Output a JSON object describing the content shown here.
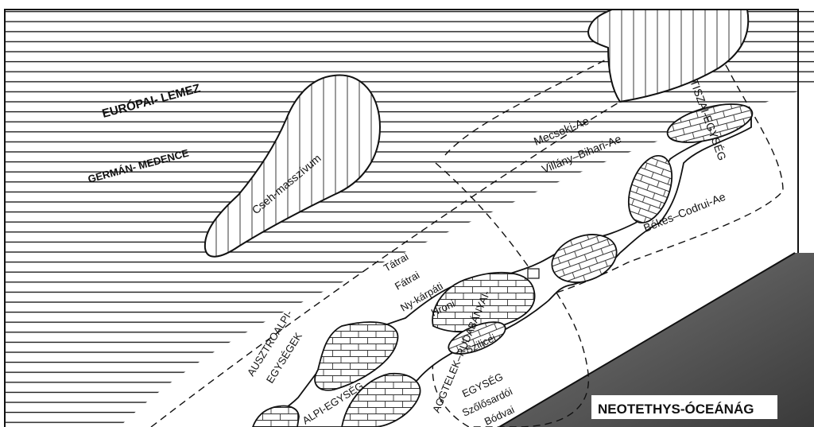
{
  "labels": {
    "europai_lemez": "EURÓPAI- LEMEZ",
    "german_medence": "GERMÁN- MEDENCE",
    "cseh_masszivum": "Cseh-masszívum",
    "mecseki": "Mecseki-Ae",
    "villany_bihari": "Villány–Bihari-Ae",
    "tiszai_egyseg": "TISZAI-EGYSÉG",
    "bekes_codrui": "Békés–Codrui-Ae",
    "tatrai": "Tátrai",
    "fatrai": "Fátrai",
    "ny_karpati": "Ny-kárpáti",
    "hroni": "Hroni",
    "szilicei": "Szilicei",
    "ausztroalpi_1": "AUSZTROALPI-",
    "ausztroalpi_2": "EGYSÉGEK",
    "aggtelek_1": "AGGTELEK–RUDABÁNYAI-",
    "aggtelek_2": "EGYSÉG",
    "szolosardoi": "Szőlősardói",
    "bodvai": "Bódvai",
    "alpi_egyseg": "ALPI-EGYSÉG",
    "neotethys": "NEOTETHYS-ÓCEÁNÁG"
  },
  "colors": {
    "ink": "#111111",
    "paper": "#ffffff",
    "ocean_dark": "#4a4a4a",
    "ocean_mid": "#8a8a8a"
  }
}
